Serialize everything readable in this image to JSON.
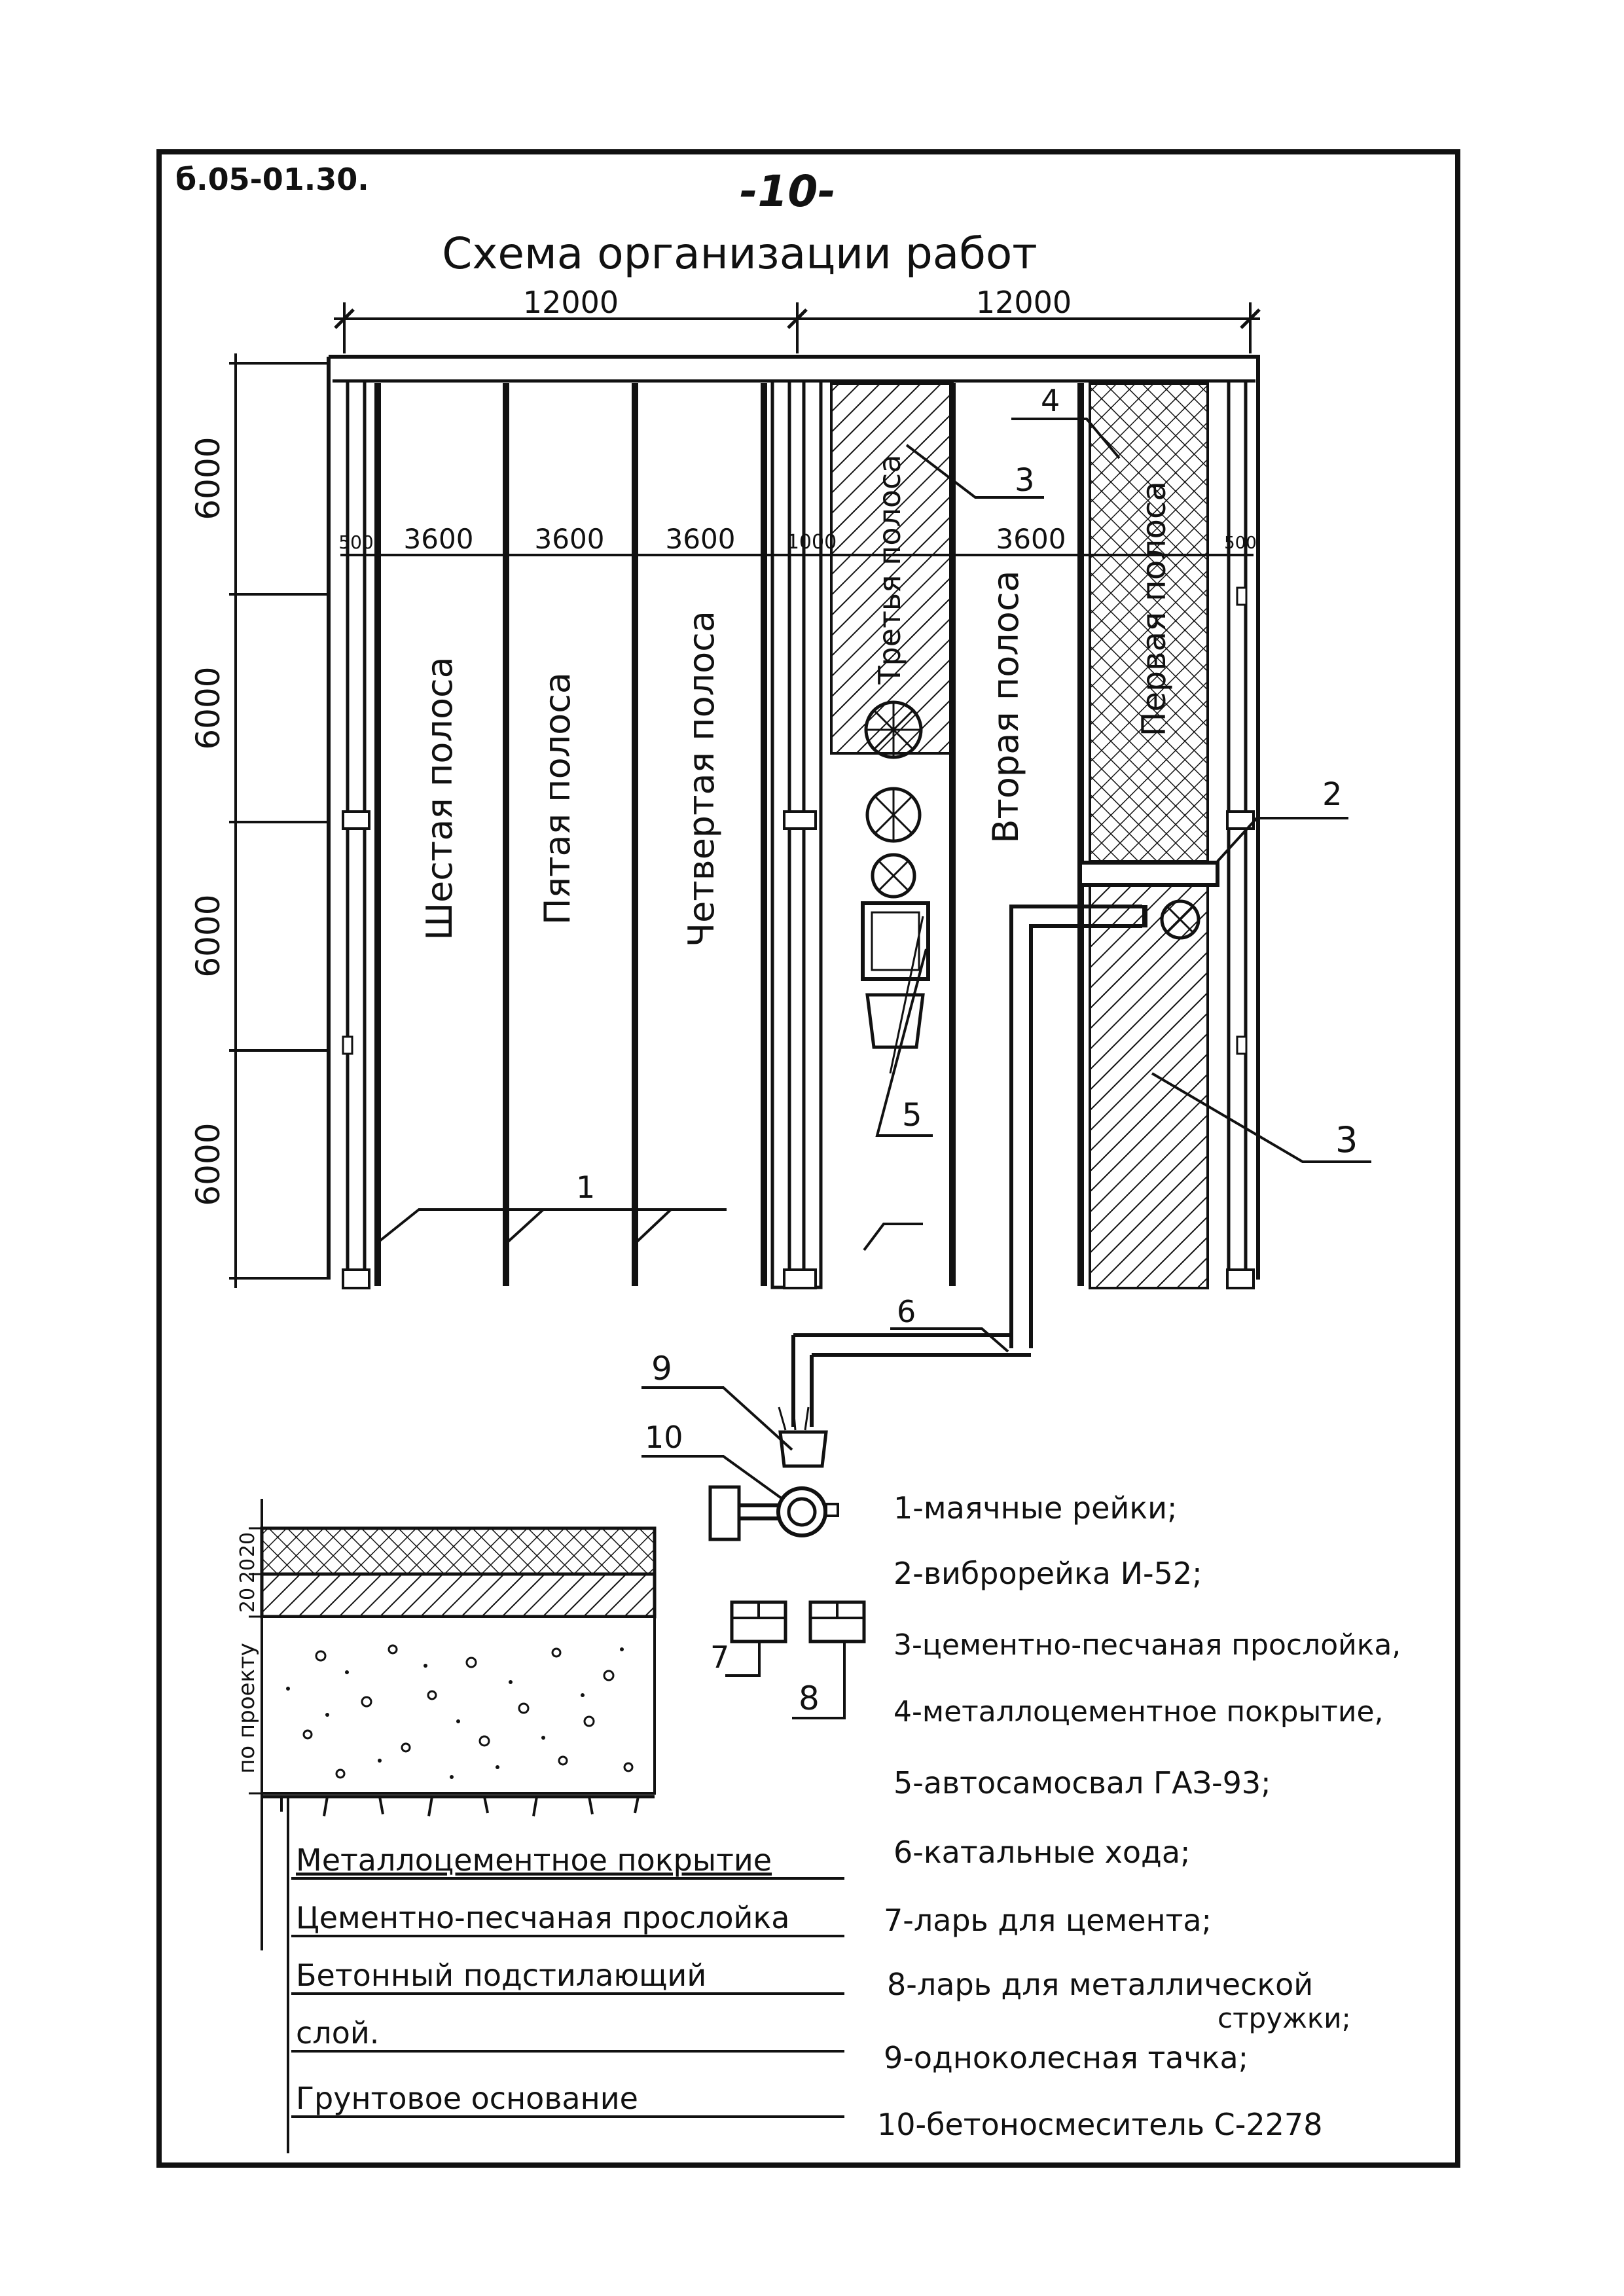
{
  "sheet": {
    "code": "б.05-01.30.",
    "page": "-10-",
    "title": "Схема организации работ"
  },
  "dimensions": {
    "top": [
      "12000",
      "12000"
    ],
    "left": [
      "6000",
      "6000",
      "6000",
      "6000"
    ],
    "row": [
      "500",
      "3600",
      "3600",
      "3600",
      "1000",
      "3600",
      "500"
    ]
  },
  "strips": [
    "Шестая полоса",
    "Пятая полоса",
    "Четвертая полоса",
    "Третья полоса",
    "Вторая полоса",
    "Первая полоса"
  ],
  "callouts": [
    "1",
    "2",
    "3",
    "3",
    "4",
    "5",
    "6",
    "7",
    "8",
    "9",
    "10"
  ],
  "section": {
    "layer_thickness": [
      "20",
      "20",
      "20"
    ],
    "by_project": "по проекту",
    "layers": [
      "Металлоцементное покрытие",
      "Цементно-песчаная прослойка",
      "Бетонный подстилающий",
      "слой.",
      "Грунтовое основание"
    ]
  },
  "legend": [
    "1-маячные рейки;",
    "2-виброрейка И-52;",
    "3-цементно-песчаная прослойка,",
    "4-металлоцементное покрытие,",
    "5-автосамосвал ГАЗ-93;",
    "6-катальные хода;",
    "7-ларь для цемента;",
    "8-ларь для металлической",
    "стружки;",
    "9-одноколесная тачка;",
    "10-бетоносмеситель С-2278"
  ]
}
